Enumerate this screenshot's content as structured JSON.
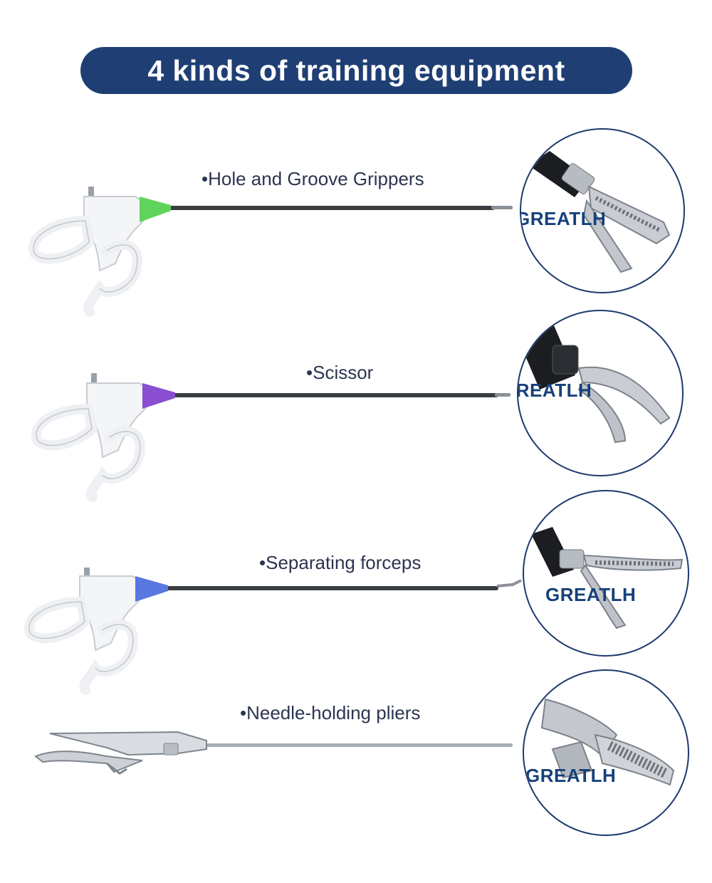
{
  "title": "4 kinds of training equipment",
  "brand": "GREATLH",
  "colors": {
    "banner": "#1f3f74",
    "brand_text": "#16407a",
    "circle_border": "#1e3a6e"
  },
  "instruments": [
    {
      "label": "•Hole and Groove Grippers",
      "hub_color": "#5fd45a",
      "tip_icon": "serrated-grasper-jaw-icon"
    },
    {
      "label": "•Scissor",
      "hub_color": "#8a4fd0",
      "tip_icon": "curved-scissor-blade-icon"
    },
    {
      "label": "•Separating forceps",
      "hub_color": "#5878e0",
      "tip_icon": "curved-dissector-jaw-icon"
    },
    {
      "label": "•Needle-holding pliers",
      "hub_color": "#c9ccd1",
      "tip_icon": "needle-holder-jaw-icon"
    }
  ]
}
